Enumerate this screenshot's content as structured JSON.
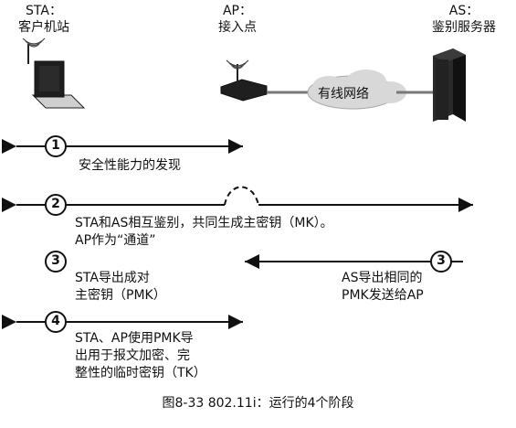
{
  "entities": [
    {
      "id": "sta",
      "role": "STA：",
      "name": "客户机站"
    },
    {
      "id": "ap",
      "role": "AP：",
      "name": "接入点"
    },
    {
      "id": "as",
      "role": "AS：",
      "name": "鉴别服务器"
    }
  ],
  "network_label": "有线网络",
  "steps": [
    {
      "number": "1",
      "text": "安全性能力的发现"
    },
    {
      "number": "2",
      "text_line1": "STA和AS相互鉴别，共同生成主密钥（MK）。",
      "text_line2": "AP作为“通道”"
    },
    {
      "number": "3",
      "left_line1": "STA导出成对",
      "left_line2": "主密钥（PMK）",
      "right_line1": "AS导出相同的",
      "right_line2": "PMK发送给AP"
    },
    {
      "number": "4",
      "text_line1": "STA、AP使用PMK导",
      "text_line2": "出用于报文加密、完",
      "text_line3": "整性的临时密钥（TK）"
    }
  ],
  "caption": "图8-33   802.11i：运行的4个阶段",
  "colors": {
    "ink": "#111111",
    "laptop_screen": "#222222",
    "network_cloud": "#d9d9d9",
    "server": "#1f1f1f"
  },
  "icons": [
    "laptop-icon",
    "access-point-icon",
    "server-icon",
    "network-cloud-icon",
    "wireless-wave-icon"
  ]
}
